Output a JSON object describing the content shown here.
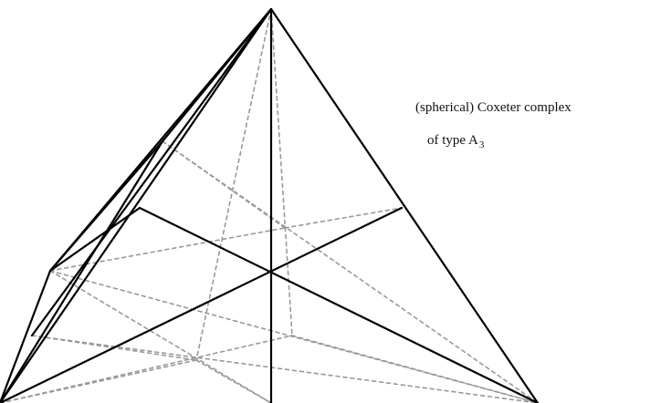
{
  "caption": {
    "line1": "(spherical) Coxeter complex",
    "line2_prefix": "of type A",
    "line2_subscript": "3"
  },
  "colors": {
    "solid_edge": "#000000",
    "hidden_edge": "#999999",
    "background": "#ffffff"
  }
}
